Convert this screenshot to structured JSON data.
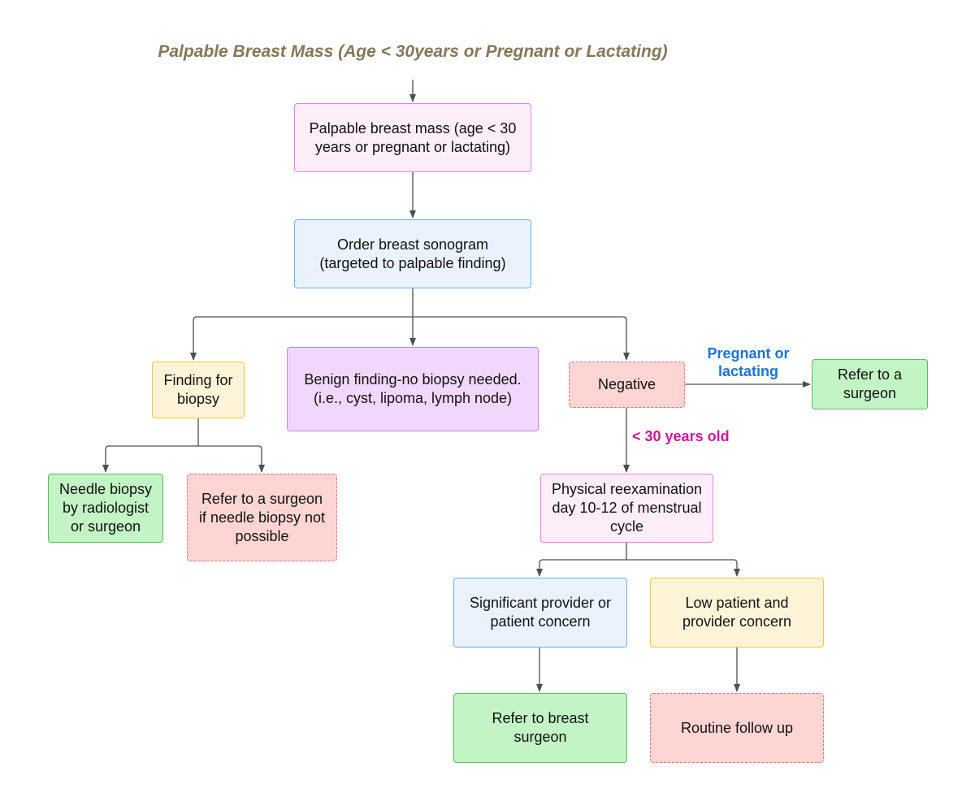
{
  "title": "Palpable Breast Mass (Age < 30years or Pregnant or Lactating)",
  "nodes": {
    "start": "Palpable breast mass (age < 30\nyears or pregnant or lactating)",
    "sonogram": "Order breast sonogram\n(targeted to palpable finding)",
    "biopsy_finding": "Finding for\nbiopsy",
    "benign": "Benign finding-no biopsy needed.\n(i.e., cyst, lipoma, lymph node)",
    "negative": "Negative",
    "refer_surgeon_right": "Refer to a\nsurgeon",
    "needle_biopsy": "Needle biopsy\nby radiologist\nor surgeon",
    "refer_surgeon_if": "Refer to a surgeon\nif needle biopsy not\npossible",
    "reexam": "Physical reexamination\nday 10-12 of menstrual\ncycle",
    "significant": "Significant provider or\npatient concern",
    "low": "Low patient and\nprovider concern",
    "refer_breast": "Refer to breast\nsurgeon",
    "routine": "Routine follow up"
  },
  "edge_labels": {
    "pregnant": "Pregnant or\nlactating",
    "under30": "< 30 years old"
  },
  "colors": {
    "title": "#857758",
    "connector": "#4a4f57",
    "label_blue": "#1a73d9",
    "label_magenta": "#d0169c"
  }
}
